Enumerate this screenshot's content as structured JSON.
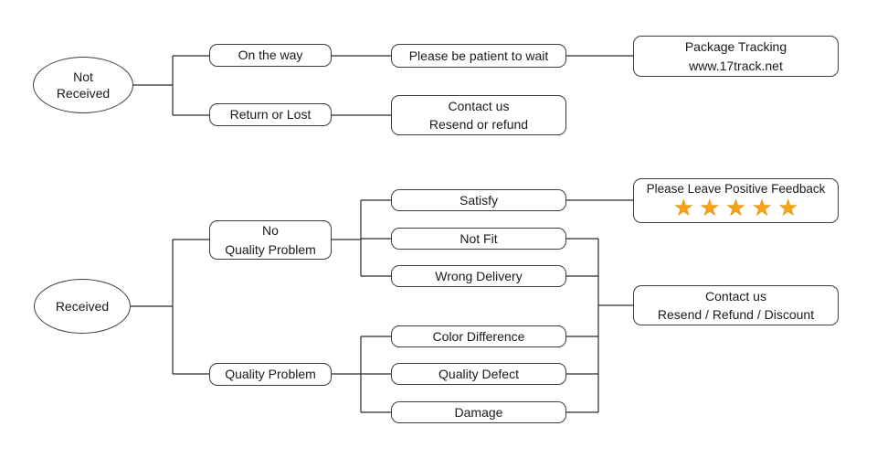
{
  "diagram": {
    "background_color": "#ffffff",
    "line_color": "#2a2a2a",
    "box_border_color": "#3d3d3d",
    "star_color": "#f6a318",
    "not_received_flow": {
      "root": "Not\nReceived",
      "on_the_way": "On the way",
      "please_be_patient": "Please be patient to wait",
      "package_tracking": "Package Tracking\nwww.17track.net",
      "return_or_lost": "Return or Lost",
      "contact_us": "Contact us\nResend or refund"
    },
    "received_flow": {
      "root": "Received",
      "no_quality_problem": "No\nQuality Problem",
      "quality_problem": "Quality Problem",
      "satisfy": "Satisfy",
      "not_fit": "Not Fit",
      "wrong_delivery": "Wrong Delivery",
      "color_difference": "Color Difference",
      "quality_defect": "Quality Defect",
      "damage": "Damage",
      "positive_feedback": {
        "label": "Please Leave Positive Feedback",
        "stars": "★★★★★",
        "star_count": 5
      },
      "contact_us": "Contact us\nResend / Refund / Discount"
    }
  }
}
